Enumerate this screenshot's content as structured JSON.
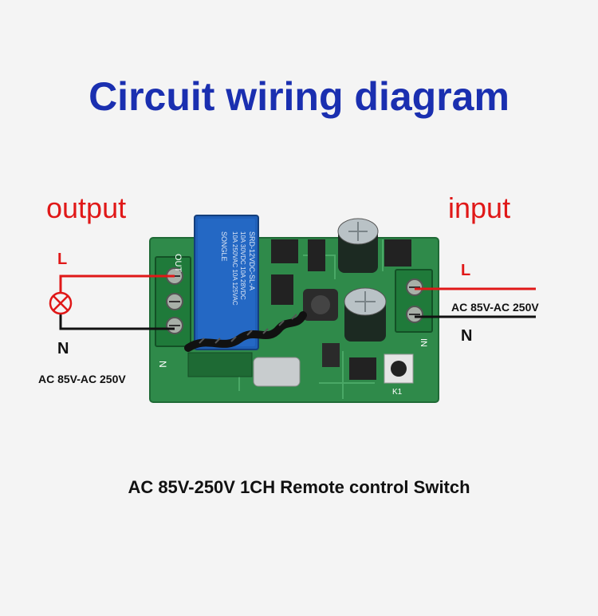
{
  "title": "Circuit wiring diagram",
  "labels": {
    "output": "output",
    "input": "input",
    "left_live": "L",
    "left_neutral": "N",
    "right_live": "L",
    "right_neutral": "N",
    "left_voltage": "AC 85V-AC 250V",
    "right_voltage": "AC 85V-AC 250V"
  },
  "board_markings": {
    "relay_brand": "SONGLE",
    "relay_model": "SRD-12VDC-SL-A",
    "relay_rating_1": "10A 250VAC  10A 125VAC",
    "relay_rating_2": "10A 30VDC  10A 28VDC",
    "out_marking": "OUT",
    "in_marking": "IN",
    "n_marking": "N",
    "k1_marking": "K1"
  },
  "caption": "AC 85V-250V 1CH Remote control Switch",
  "colors": {
    "title": "#1a2fb0",
    "live_wire": "#e01818",
    "neutral_wire": "#111111",
    "pcb": "#2f8a4a",
    "relay": "#1f5fb8"
  },
  "icons": {
    "lamp": "lamp-icon"
  }
}
